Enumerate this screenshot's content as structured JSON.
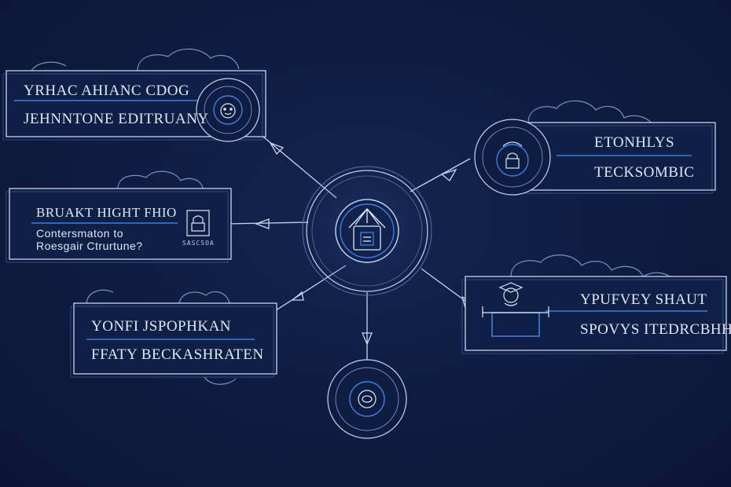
{
  "colors": {
    "background": "#0e1a3c",
    "stroke": "#c9d4ee",
    "accent": "#3f7fe0",
    "text": "#dfe7f7"
  },
  "hub": {
    "icon": "document-icon"
  },
  "cards": {
    "top_left": {
      "title": "YRHAC AHIANC CDOG",
      "subtitle": "JEHNNTONE EDITRUANY",
      "icon": "face-icon"
    },
    "mid_left": {
      "title": "BRUAKT HIGHT FHIO",
      "line1": "Contersmaton to",
      "line2": "Roesgair Ctrurtune?",
      "badge": "SASCSOA",
      "icon": "lock-icon"
    },
    "bottom_left": {
      "title": "YONFI JSPOPHKAN",
      "subtitle": "FFATY BECKASHRATEN"
    },
    "top_right": {
      "title": "ETONHLYS",
      "subtitle": "TECKSOMBIC",
      "icon": "lock-icon"
    },
    "bottom_right": {
      "title": "YPUFVEY SHAUT",
      "subtitle": "SPOVYS ITEDRCBHH",
      "icon": "graduate-icon"
    },
    "bottom_center": {
      "icon": "chain-icon"
    }
  }
}
